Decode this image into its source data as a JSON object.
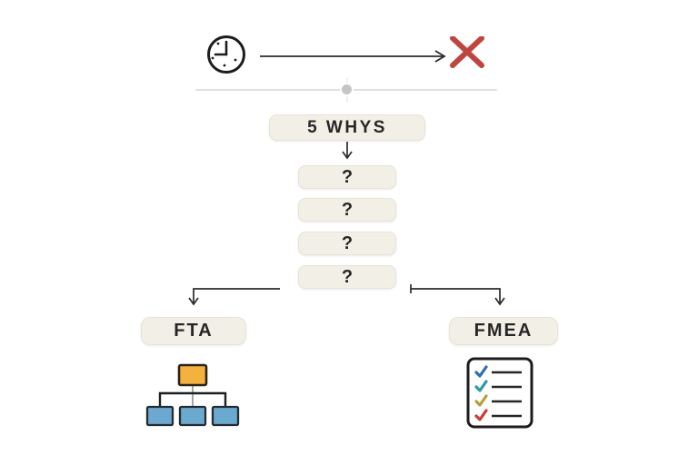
{
  "palette": {
    "background": "#ffffff",
    "pill_bg": "#f2efe7",
    "ink": "#262626",
    "line": "#2b2b2b",
    "divider": "#e2e2e0",
    "divider_dot": "#c5c5c3",
    "fail_red": "#c0453e",
    "box_orange": "#f2b23d",
    "box_blue": "#6ca9ce",
    "check_blue": "#2e6db4",
    "check_teal": "#2f9aa3",
    "check_olive": "#b0a23b",
    "check_red": "#cc3b35"
  },
  "timeline": {
    "clock_icon": "clock-icon",
    "failure_icon": "x-mark-icon"
  },
  "five_whys": {
    "title": "5 WHYS",
    "questions": [
      "?",
      "?",
      "?",
      "?"
    ]
  },
  "branches": {
    "left": {
      "label": "FTA",
      "icon": "fault-tree-icon"
    },
    "right": {
      "label": "FMEA",
      "icon": "checklist-icon"
    }
  }
}
